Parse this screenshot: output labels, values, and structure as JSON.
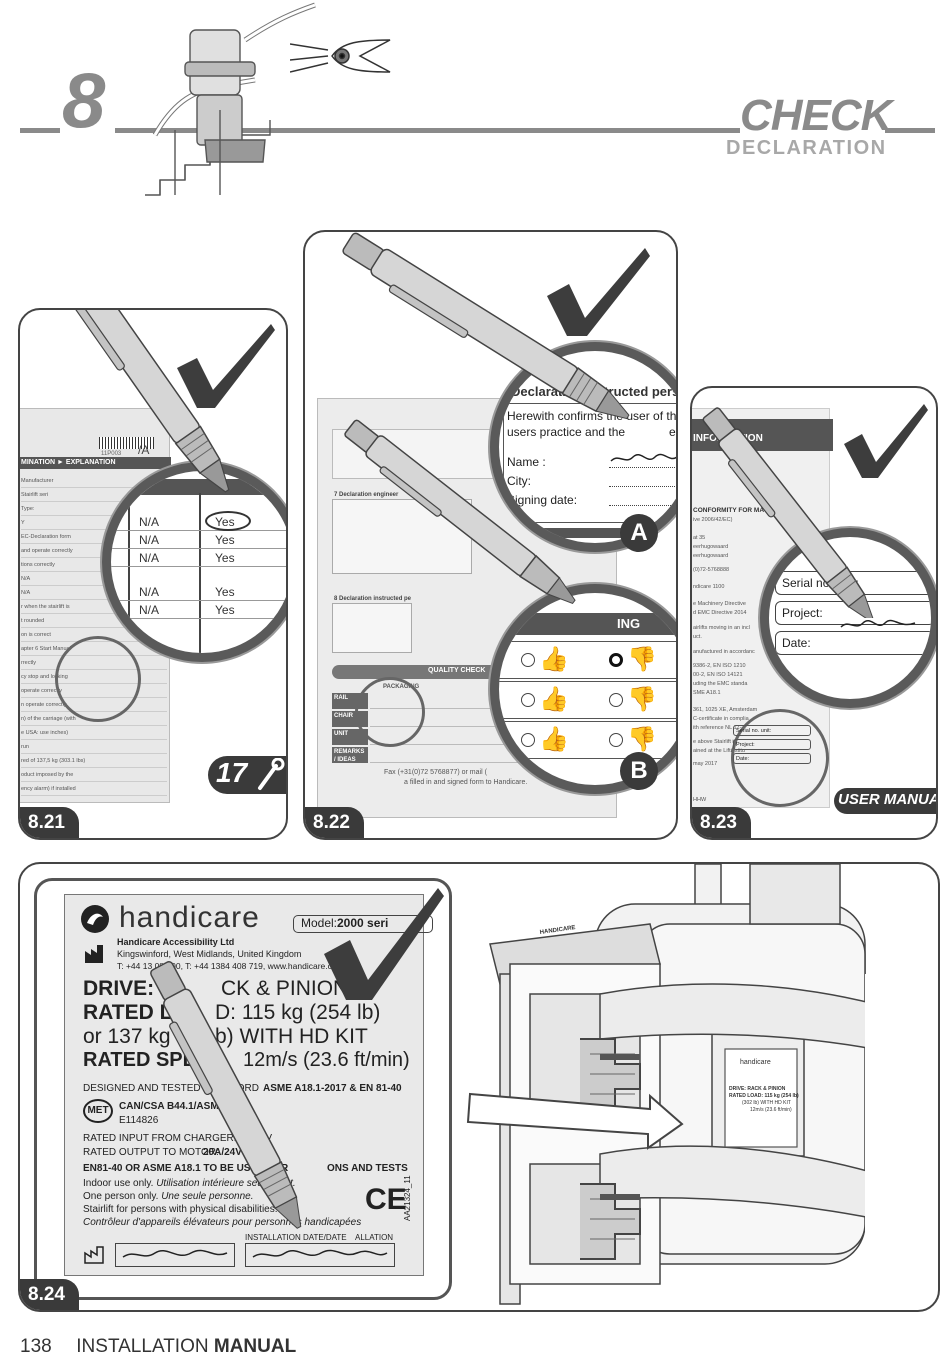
{
  "header": {
    "step_number": "8",
    "title": "CHECK",
    "subtitle": "DECLARATION"
  },
  "panels": [
    {
      "label": "8.21",
      "doc_header": "MINATION ► EXPLANATION",
      "barcode_text": "11P003",
      "zoom_rows": [
        {
          "na": "N/A",
          "yes": "Yes"
        },
        {
          "na": "N/A",
          "yes": "Yes"
        },
        {
          "na": "N/A",
          "yes": "Yes"
        },
        {
          "na": "N/A",
          "yes": "Yes"
        },
        {
          "na": "N/A",
          "yes": "Yes"
        }
      ],
      "top_na": "/A",
      "top_yes": "es",
      "badge": "17",
      "doc_lines": [
        "Manufacturer",
        "Stairlift seri",
        "Type:",
        "Y",
        "EC-Declaration form",
        "and operate correctly",
        "tions correctly",
        "N/A",
        "N/A",
        "r when the stairlift is",
        "t rounded",
        "on is correct",
        "apter 6 Start Manual",
        "rrectly",
        "cy stop and locking",
        "operate correctly",
        "n operate correctly",
        "n) of the carriage (with",
        "e USA: use inches)",
        "run",
        "red of 137,5 kg (303.1 lbs)",
        "oduct imposed by the",
        "ency alarm) if installed"
      ]
    },
    {
      "label": "8.22",
      "zoom_a": {
        "title": "Declaration instructed pers",
        "line1": "Herewith confirms the user of th",
        "line2": "users practice and the",
        "line2_end": "e is",
        "fields": [
          "Name :",
          "City:",
          "Signing date:"
        ],
        "badge": "A"
      },
      "zoom_b": {
        "title": "ING",
        "badge": "B"
      },
      "doc_texts": {
        "s7": "7 Declaration engineer",
        "s8": "8 Declaration instructed pe",
        "quality": "QUALITY CHECK",
        "packaging": "PACKAGING",
        "rows": [
          "RAIL",
          "CHAIR",
          "UNIT",
          "REMARKS / IDEAS"
        ],
        "fax1": "Fax (+31(0)72 5768877) or mail (",
        "fax2": "a filled in and signed form to Handicare."
      }
    },
    {
      "label": "8.23",
      "doc_header": "INFORMATION",
      "conformity": "CONFORMITY FOR MACHINERY",
      "doc_lines": [
        "ive 2006/42/EC)",
        "at 35",
        "eerhugowaard",
        "eerhugowaard",
        "(0)72-5768888",
        "ndicare 1100",
        "e Machinery Directive",
        "d EMC Directive  2014",
        "airlifts moving in an incl",
        "uct.",
        "anufactured in accordanc",
        "9386-2, EN ISO 1210",
        "00-2, EN ISO 14121",
        "uding the EMC standa",
        "SME  A18.1",
        "361, 1025 XE, Amsterdam",
        "C-certificate in complia",
        "ith reference NL 17-",
        "e above Stairlift is",
        "ained at the Liftinstitu",
        "may 2017",
        "HHW"
      ],
      "zoom_fields": [
        "Serial no. unit:",
        "Project:",
        "Date:"
      ],
      "small_fields": [
        "Serial no. unit:",
        "Project:",
        "Date:"
      ],
      "manual_label": "USER MANUAL"
    },
    {
      "label": "8.24",
      "plate": {
        "brand": "handicare",
        "model_label": "Model:",
        "model_value": "2000 seri",
        "company": "Handicare Accessibility Ltd",
        "address": "Kingswinford, West Midlands, United Kingdom",
        "contact": "T: +44 13   08 700, T: +44 1384 408 719, www.handicare.com",
        "drive": "DRIVE: R",
        "drive_end": "CK & PINION",
        "load_a": "RATED L",
        "load_b": "D: 115 kg (254 lb)",
        "load_c": "or 137 kg",
        "load_d": "b) WITH HD KIT",
        "speed_a": "RATED SPEE",
        "speed_b": "12m/s (23.6 ft/min)",
        "designed": "DESIGNED AND TESTED IN ACCORD",
        "designed_end": "ASME A18.1-2017 & EN 81-40",
        "csa": "CAN/CSA B44.1/ASME A",
        "cert": "E114826",
        "input": "RATED INPUT FROM CHARGER: 1A/33V",
        "output": "RATED OUTPUT TO MOTOR:",
        "output_val": "20A/24V DC",
        "en81": "EN81-40 OR ASME A18.1 TO BE USED FOR",
        "en81_end": "ONS AND TESTS",
        "indoor": "Indoor use only.",
        "indoor_fr": "Utilisation intérieure seulement.",
        "one_person": "One person only.",
        "one_person_fr": "Une seule personne.",
        "stairlift": "Stairlift for persons with physical disabilities.",
        "controleur": "Contrôleur d'appareils élévateurs pour personnes handicapées",
        "install": "INSTALLATION DATE/DATE",
        "install_end": "ALLATION",
        "side_code": "AA21324_11",
        "met": "MET"
      },
      "mini_plate": {
        "brand": "handicare",
        "drive": "DRIVE: RACK & PINION",
        "load": "RATED LOAD: 115 kg (254 lb)",
        "load2": "(302 lb) WITH HD KIT",
        "speed": "12m/s (23.6 ft/min)"
      },
      "rail_label": "HANDICARE"
    }
  ],
  "footer": {
    "page_number": "138",
    "text_regular": "INSTALLATION",
    "text_bold": "MANUAL"
  },
  "colors": {
    "dark": "#3a3a3a",
    "grey": "#8a8a8a",
    "check": "#3d3d3d",
    "paper": "#e8e8e8"
  },
  "icons": [
    "eye-icon",
    "check-mark-icon",
    "pen-icon",
    "wrench-icon",
    "thumbs-up-icon",
    "thumbs-down-icon",
    "ce-mark-icon",
    "manufacturer-icon"
  ]
}
